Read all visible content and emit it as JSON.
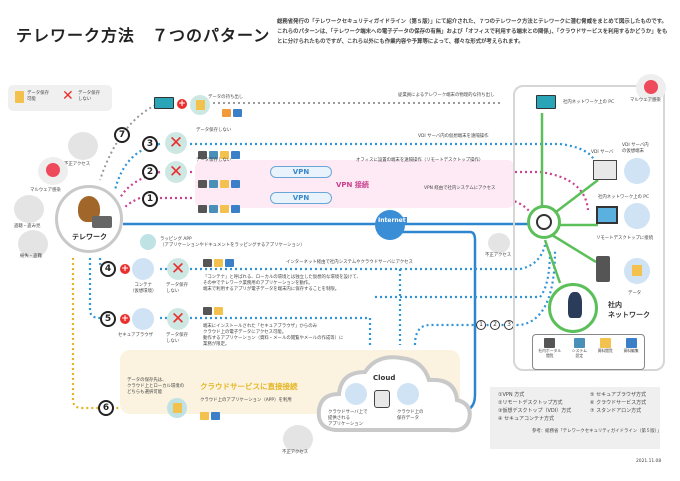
{
  "title": "テレワーク方法　７つのパターン",
  "description": "総務省発行の「テレワークセキュリティガイドライン（第５版）」にて紹介された、７つのテレワーク方法とテレワークに潜む脅威をまとめて図示したものです。これらのパターンは、「テレワーク端末への電子データの保存の有無」および「オフィスで利用する端末との関係」、「クラウドサービスを利用するかどうか」をもとに分けられたものですが、これら以外にも作業内容や予算等によって、様々な形式が考えられます。",
  "legend": {
    "save_ok": "データ保存\n可能",
    "save_no": "データ保存\nしない"
  },
  "teleworker": {
    "label": "テレワーク"
  },
  "threats": {
    "unauthorized_access": "不正アクセス",
    "malware": "マルウェア感染",
    "theft_peeping": "盗聴・盗み見",
    "loss_theft": "紛失・盗難"
  },
  "patterns": {
    "p7": {
      "num": "7",
      "data_label": "データの持ち出し",
      "route": "従業員によるテレワーク端末の物理的な持ち出し"
    },
    "p3": {
      "num": "3",
      "data_label": "データ保存しない",
      "route": "VDI サーバ内の仮想端末を遠隔操作"
    },
    "p2": {
      "num": "2",
      "data_label": "データ保存しない",
      "route": "オフィスに設置の端末を遠隔操作（リモートデスクトップ操作）"
    },
    "p1": {
      "num": "1",
      "route": "VPN 経由で社内システムにアクセス"
    },
    "p4": {
      "num": "4",
      "device": "コンテナ\n（仮想環境）",
      "data_label": "データ保存\nしない",
      "route": "インターネット経由で社内システムやクラウドサーバにアクセス",
      "note": "「コンテナ」と呼ばれる、ローカルの環境とは独立した仮想的な環境を設けて、\nその中でテレワーク業務用のアプリケーションを動作。\n端末で利用するアプリが電子データを端末内に保存することを制限。"
    },
    "p5": {
      "num": "5",
      "device": "セキュアブラウザ",
      "data_label": "データ保存\nしない",
      "note": "端末にインストールされた「セキュアブラウザ」からのみ\nクラウド上の電子データにアクセス可能。\n動作するアプリケーション（資料・メールの閲覧やメールの作成等）に\n業務が限定。"
    },
    "p6": {
      "num": "6",
      "data_note": "データの保存先は、\nクラウド上とローカル環境の\nどちらも選択可能",
      "route": "クラウド上のアプリケーション（APP）を利用"
    }
  },
  "vpn": {
    "pipe_label": "VPN",
    "band_label": "VPN 接続"
  },
  "wrapping_app": {
    "title": "ラッピング APP",
    "subtitle": "（アプリケーションやドキュメントをラッピングするアプリケーション）"
  },
  "internet_label": "Internet",
  "route_badges": [
    "1",
    "2",
    "3"
  ],
  "office": {
    "pc_label": "社内ネットワーク上の PC",
    "malware": "マルウェア感染",
    "vdi_server": "VDI サーバ",
    "vdi_virtual": "VDI サーバ内\nの仮想端末",
    "office_pc": "社内ネットワーク上の PC",
    "remote_desktop": "リモートデスクトップに接続",
    "data": "データ",
    "network_label": "社内\nネットワーク",
    "unauthorized_access": "不正アクセス",
    "tasks": [
      "社内ポータル\n閲覧",
      "システム\n設定",
      "資料閲覧",
      "資料編集"
    ]
  },
  "cloud": {
    "band_title": "クラウドサービスに直接接続",
    "label": "Cloud",
    "app_label": "クラウドサーバ上で\n提供される\nアプリケーション",
    "data_label": "クラウド上の\n保存データ",
    "unauthorized_access": "不正アクセス"
  },
  "methods": {
    "items": [
      "①VPN 方式",
      "②リモートデスクトップ方式",
      "③仮想デスクトップ（VDI）方式",
      "④ セキュアコンテナ方式",
      "⑤ セキュアブラウザ方式",
      "⑥ クラウドサービス方式",
      "⑦ スタンドアロン方式"
    ],
    "reference": "参考：総務省「テレワークセキュリティガイドライン（第５版）」"
  },
  "date": "2021.11.08",
  "colors": {
    "vpn_pink": "#c9418f",
    "vdi_blue": "#2f95d8",
    "gray_route": "#9a9a9a",
    "cloud_yellow": "#e5b523",
    "office_green": "#5cc05a",
    "internet_blue": "#2f86d0",
    "cross_red": "#e8312f"
  }
}
